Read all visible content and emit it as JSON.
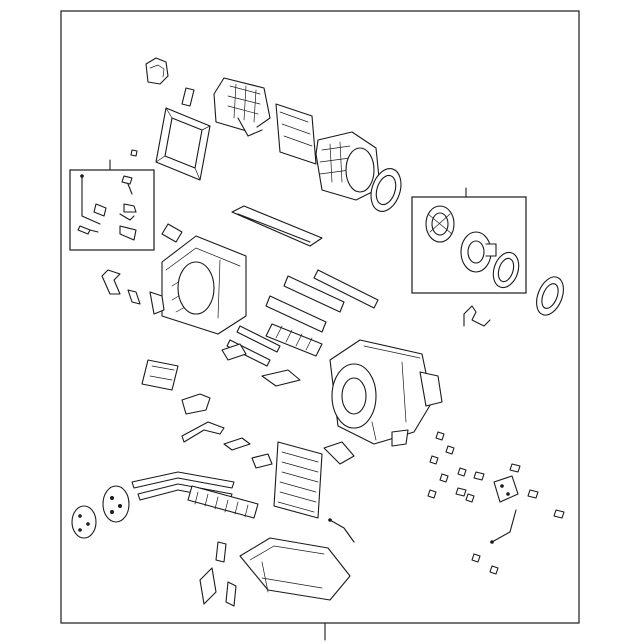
{
  "diagram": {
    "kind": "exploded parts diagram",
    "subject": "hvac-heater-blower-assembly",
    "callout_boxes": 2,
    "leader_lines": 2
  }
}
